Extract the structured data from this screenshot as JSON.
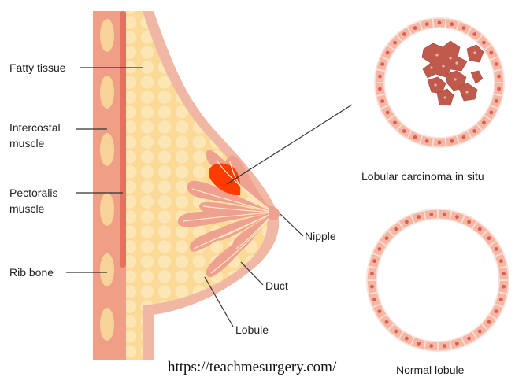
{
  "labels": {
    "fatty_tissue": "Fatty tissue",
    "intercostal_1": "Intercostal",
    "intercostal_2": "muscle",
    "pectoralis_1": "Pectoralis",
    "pectoralis_2": "muscle",
    "rib_bone": "Rib bone",
    "nipple": "Nipple",
    "duct": "Duct",
    "lobule": "Lobule",
    "lcis_caption": "Lobular carcinoma in situ",
    "normal_caption": "Normal lobule"
  },
  "watermark": "https://teachmesurgery.com/",
  "colors": {
    "fat": "#fbd996",
    "fat_globule": "#fde6b6",
    "skin": "#f0b7a4",
    "muscle": "#ef9f85",
    "muscle_dark": "#e2735e",
    "rib": "#f7d39a",
    "lobule": "#eea18e",
    "tumor": "#ff3b00",
    "cell": "#f5b6a5",
    "cell_border": "#fbe1d7",
    "nucleus": "#d9604e",
    "cancer": "#c05a4d"
  }
}
